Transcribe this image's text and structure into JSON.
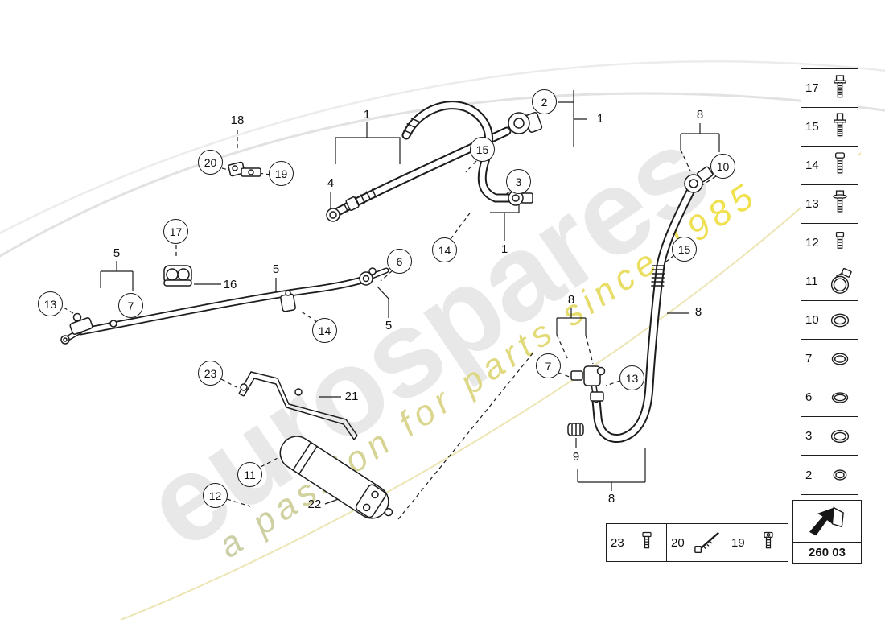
{
  "watermark": {
    "brand": "eurospares",
    "tagline": "a passion for parts since 1985"
  },
  "page_code": "260 03",
  "sidebar": {
    "items": [
      {
        "label": "17",
        "icon": "hex-bolt-icon"
      },
      {
        "label": "15",
        "icon": "bolt-icon"
      },
      {
        "label": "14",
        "icon": "screw-icon"
      },
      {
        "label": "13",
        "icon": "bolt-washer-icon"
      },
      {
        "label": "12",
        "icon": "stud-icon"
      },
      {
        "label": "11",
        "icon": "hose-clamp-icon"
      },
      {
        "label": "10",
        "icon": "o-ring-icon"
      },
      {
        "label": "7",
        "icon": "o-ring-icon"
      },
      {
        "label": "6",
        "icon": "washer-icon"
      },
      {
        "label": "3",
        "icon": "o-ring-icon"
      },
      {
        "label": "2",
        "icon": "o-ring-small-icon"
      }
    ]
  },
  "legend": {
    "items": [
      {
        "label": "23",
        "icon": "screw-icon"
      },
      {
        "label": "20",
        "icon": "cable-tie-icon"
      },
      {
        "label": "19",
        "icon": "screw-icon"
      }
    ]
  },
  "callouts": {
    "circles": [
      "2",
      "15",
      "3",
      "14",
      "20",
      "19",
      "17",
      "6",
      "13",
      "7",
      "14",
      "10",
      "15",
      "7",
      "13",
      "23",
      "11",
      "12"
    ],
    "plain": [
      "1",
      "1",
      "4",
      "18",
      "1",
      "5",
      "16",
      "5",
      "5",
      "8",
      "8",
      "8",
      "9",
      "8",
      "21",
      "22"
    ]
  }
}
